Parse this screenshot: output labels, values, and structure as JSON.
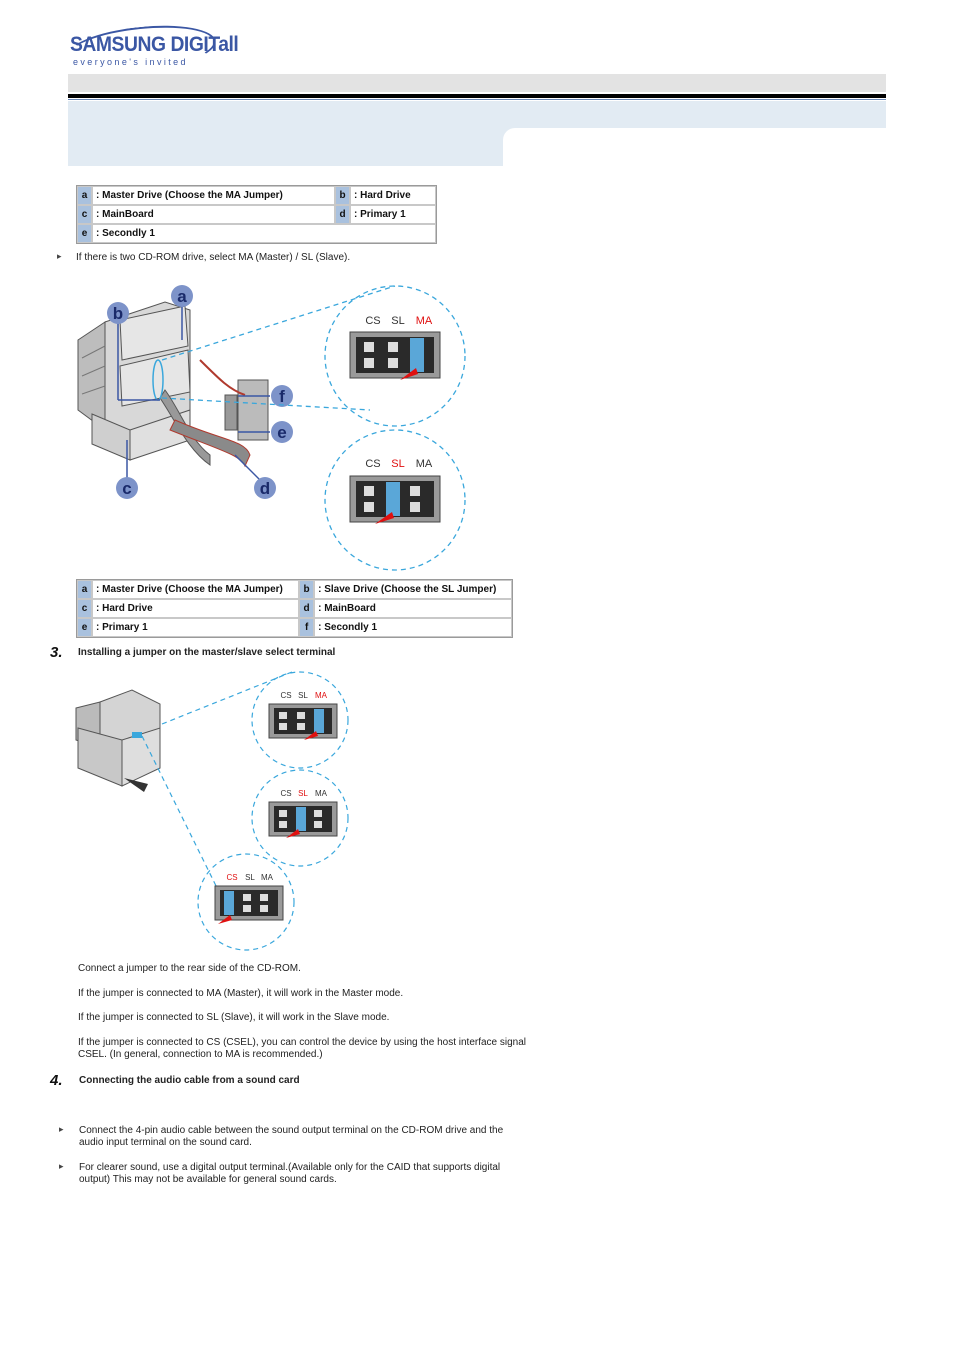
{
  "brand": {
    "name": "SAMSUNG DIGITall",
    "tagline": "everyone's invited"
  },
  "table1": {
    "rows": [
      [
        {
          "key": "a",
          "label": ": Master Drive (Choose the MA Jumper)"
        },
        {
          "key": "b",
          "label": ": Hard Drive"
        }
      ],
      [
        {
          "key": "c",
          "label": ": MainBoard"
        },
        {
          "key": "d",
          "label": ": Primary 1"
        }
      ],
      [
        {
          "key": "e",
          "label": ": Secondly 1"
        }
      ]
    ]
  },
  "note1": "If there is two CD-ROM drive, select MA (Master) / SL (Slave).",
  "figure1": {
    "callouts": [
      "a",
      "b",
      "c",
      "d",
      "e",
      "f"
    ],
    "jumper_top": {
      "labels": [
        "CS",
        "SL",
        "MA"
      ],
      "active": "MA"
    },
    "jumper_bottom": {
      "labels": [
        "CS",
        "SL",
        "MA"
      ],
      "active": "SL"
    }
  },
  "table2": {
    "rows": [
      [
        {
          "key": "a",
          "label": ": Master Drive (Choose the MA Jumper)"
        },
        {
          "key": "b",
          "label": ": Slave Drive (Choose the SL Jumper)"
        }
      ],
      [
        {
          "key": "c",
          "label": ": Hard Drive"
        },
        {
          "key": "d",
          "label": ": MainBoard"
        }
      ],
      [
        {
          "key": "e",
          "label": ": Primary 1"
        },
        {
          "key": "f",
          "label": ": Secondly 1"
        }
      ]
    ]
  },
  "step3": {
    "number": "3.",
    "title": "Installing a jumper on the master/slave select terminal"
  },
  "figure2": {
    "jumpers": [
      {
        "labels": [
          "CS",
          "SL",
          "MA"
        ],
        "active": "MA"
      },
      {
        "labels": [
          "CS",
          "SL",
          "MA"
        ],
        "active": "SL"
      },
      {
        "labels": [
          "CS",
          "SL",
          "MA"
        ],
        "active": "CS"
      }
    ]
  },
  "step3_text": [
    "Connect a jumper to the rear side of the CD-ROM.",
    "If the jumper is connected to MA (Master), it will work in the Master mode.",
    "If the jumper is connected to SL (Slave), it will work in the Slave mode.",
    "If the jumper is connected to CS (CSEL), you can control the device by using the host interface signal",
    "CSEL. (In general, connection to MA is recommended.)"
  ],
  "step4": {
    "number": "4.",
    "title": "Connecting the audio cable from a sound card"
  },
  "step4_bullets": [
    {
      "line1": "Connect the 4-pin audio cable between the sound output terminal on the CD-ROM drive and the",
      "line2": "audio input terminal on the sound card."
    },
    {
      "line1": "For clearer sound, use a digital output terminal.(Available only for the CAID that supports digital",
      "line2": "output) This may not be available for general sound cards."
    }
  ],
  "colors": {
    "accent_blue": "#3b57a4",
    "legend_key": "#a9c1de",
    "banner": "#e2ebf3",
    "dash": "#3aa7dc",
    "active_red": "#e01010"
  }
}
